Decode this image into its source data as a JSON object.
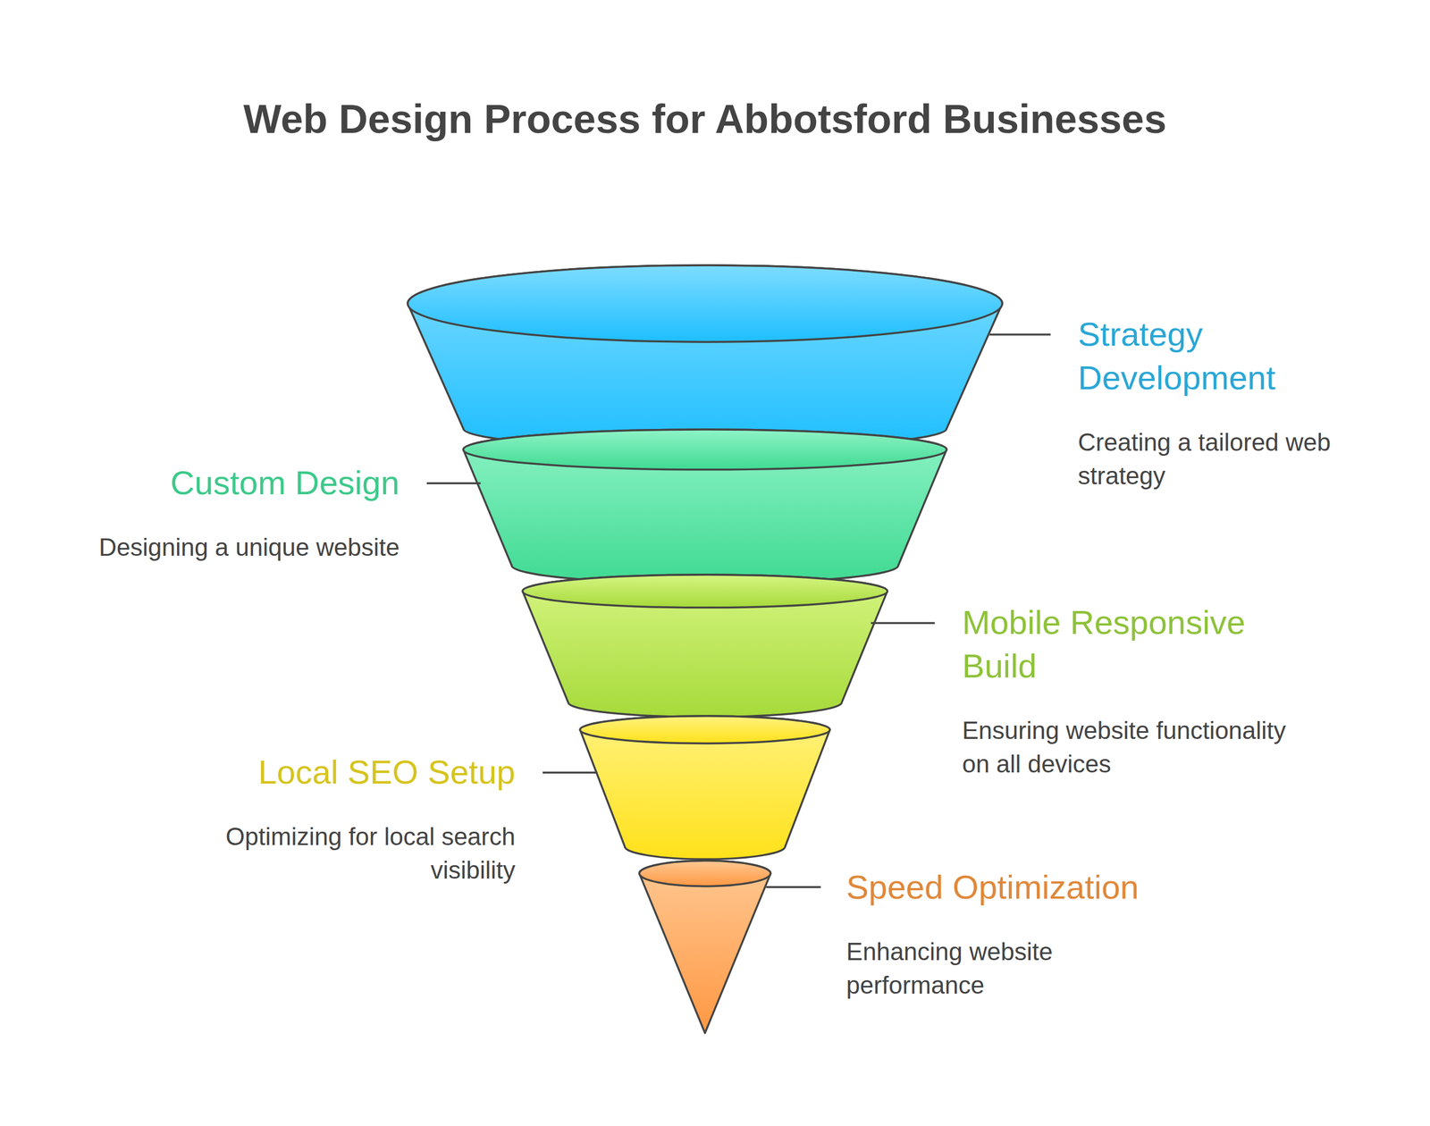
{
  "diagram": {
    "title": "Web Design Process for Abbotsford Businesses",
    "nodes": [
      {
        "text": [
          "Strategy Development",
          "Creating a tailored web strategy"
        ]
      },
      {
        "text": [
          "Custom Design",
          "Designing a unique website"
        ]
      },
      {
        "text": [
          "Mobile Responsive Build",
          "Ensuring website functionality on all devices"
        ]
      },
      {
        "text": [
          "Local SEO Setup",
          "Optimizing for local search visibility"
        ]
      },
      {
        "text": [
          "Speed Optimization",
          "Enhancing website performance"
        ]
      }
    ]
  }
}
